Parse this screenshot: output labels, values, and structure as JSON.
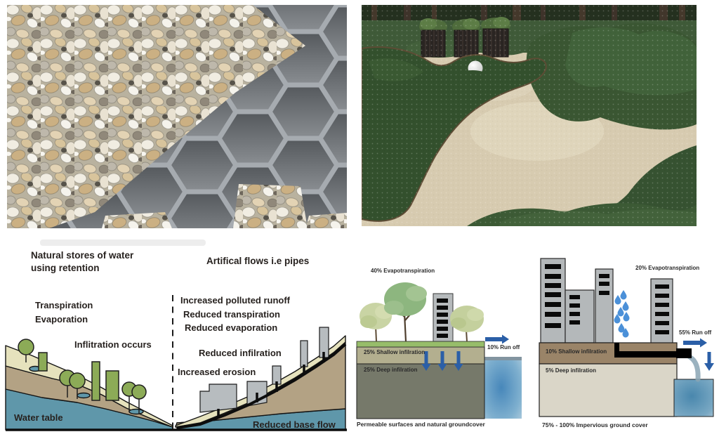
{
  "images": {
    "gravel_grid_photo": {
      "alt": "Close-up of grey hexagonal ground grid cells partially filled with mixed white, beige and tan gravel"
    },
    "garden_photo": {
      "alt": "Formal garden with clipped evergreen hedges, dark timber planters, a white sphere lamp and a beige permeable gravel surface"
    }
  },
  "watershed_diagram": {
    "title_left": "Natural stores of water using retention",
    "title_right": "Artifical flows i.e pipes",
    "labels": {
      "transpiration": "Transpiration",
      "evaporation": "Evaporation",
      "infiltration": "Inflitration occurs",
      "water_table": "Water table",
      "polluted_runoff": "Increased polluted runoff",
      "reduced_transpiration": "Reduced transpiration",
      "reduced_evaporation": "Reduced evaporation",
      "reduced_infiltration": "Reduced infilration",
      "increased_erosion": "Increased erosion",
      "reduced_base_flow": "Reduced base flow"
    }
  },
  "permeable_diagram": {
    "evapotranspiration_label": "40% Evapotranspiration",
    "runoff_label": "10% Run off",
    "shallow_infiltration_label": "25% Shallow infilration",
    "deep_infiltration_label": "25% Deep infilration",
    "caption": "Permeable surfaces and natural groundcover"
  },
  "impervious_diagram": {
    "evapotranspiration_label": "20% Evapotranspiration",
    "runoff_label": "55% Run off",
    "shallow_infiltration_label": "10% Shallow infilration",
    "deep_infiltration_label": "5% Deep infilration",
    "caption": "75% - 100% Impervious ground cover"
  },
  "colors": {
    "water_blue": "#5f97aa",
    "arrow_blue": "#2b5fa7",
    "raindrop_blue": "#4b90d8",
    "topsoil_cream": "#e6e2bd",
    "soil_tan": "#b3a284",
    "vegetation_green": "#8cab57",
    "building_grey": "#b7bcbf",
    "shallow_layer_khaki": "#b3af8f",
    "deep_layer_olive": "#76796a",
    "impervious_brown": "#9a8468",
    "impervious_subsoil": "#dad6c8",
    "grid_plastic_grey": "#84888c",
    "gravel_beige": "#d7cbb0",
    "hedge_green": "#3a5632"
  }
}
